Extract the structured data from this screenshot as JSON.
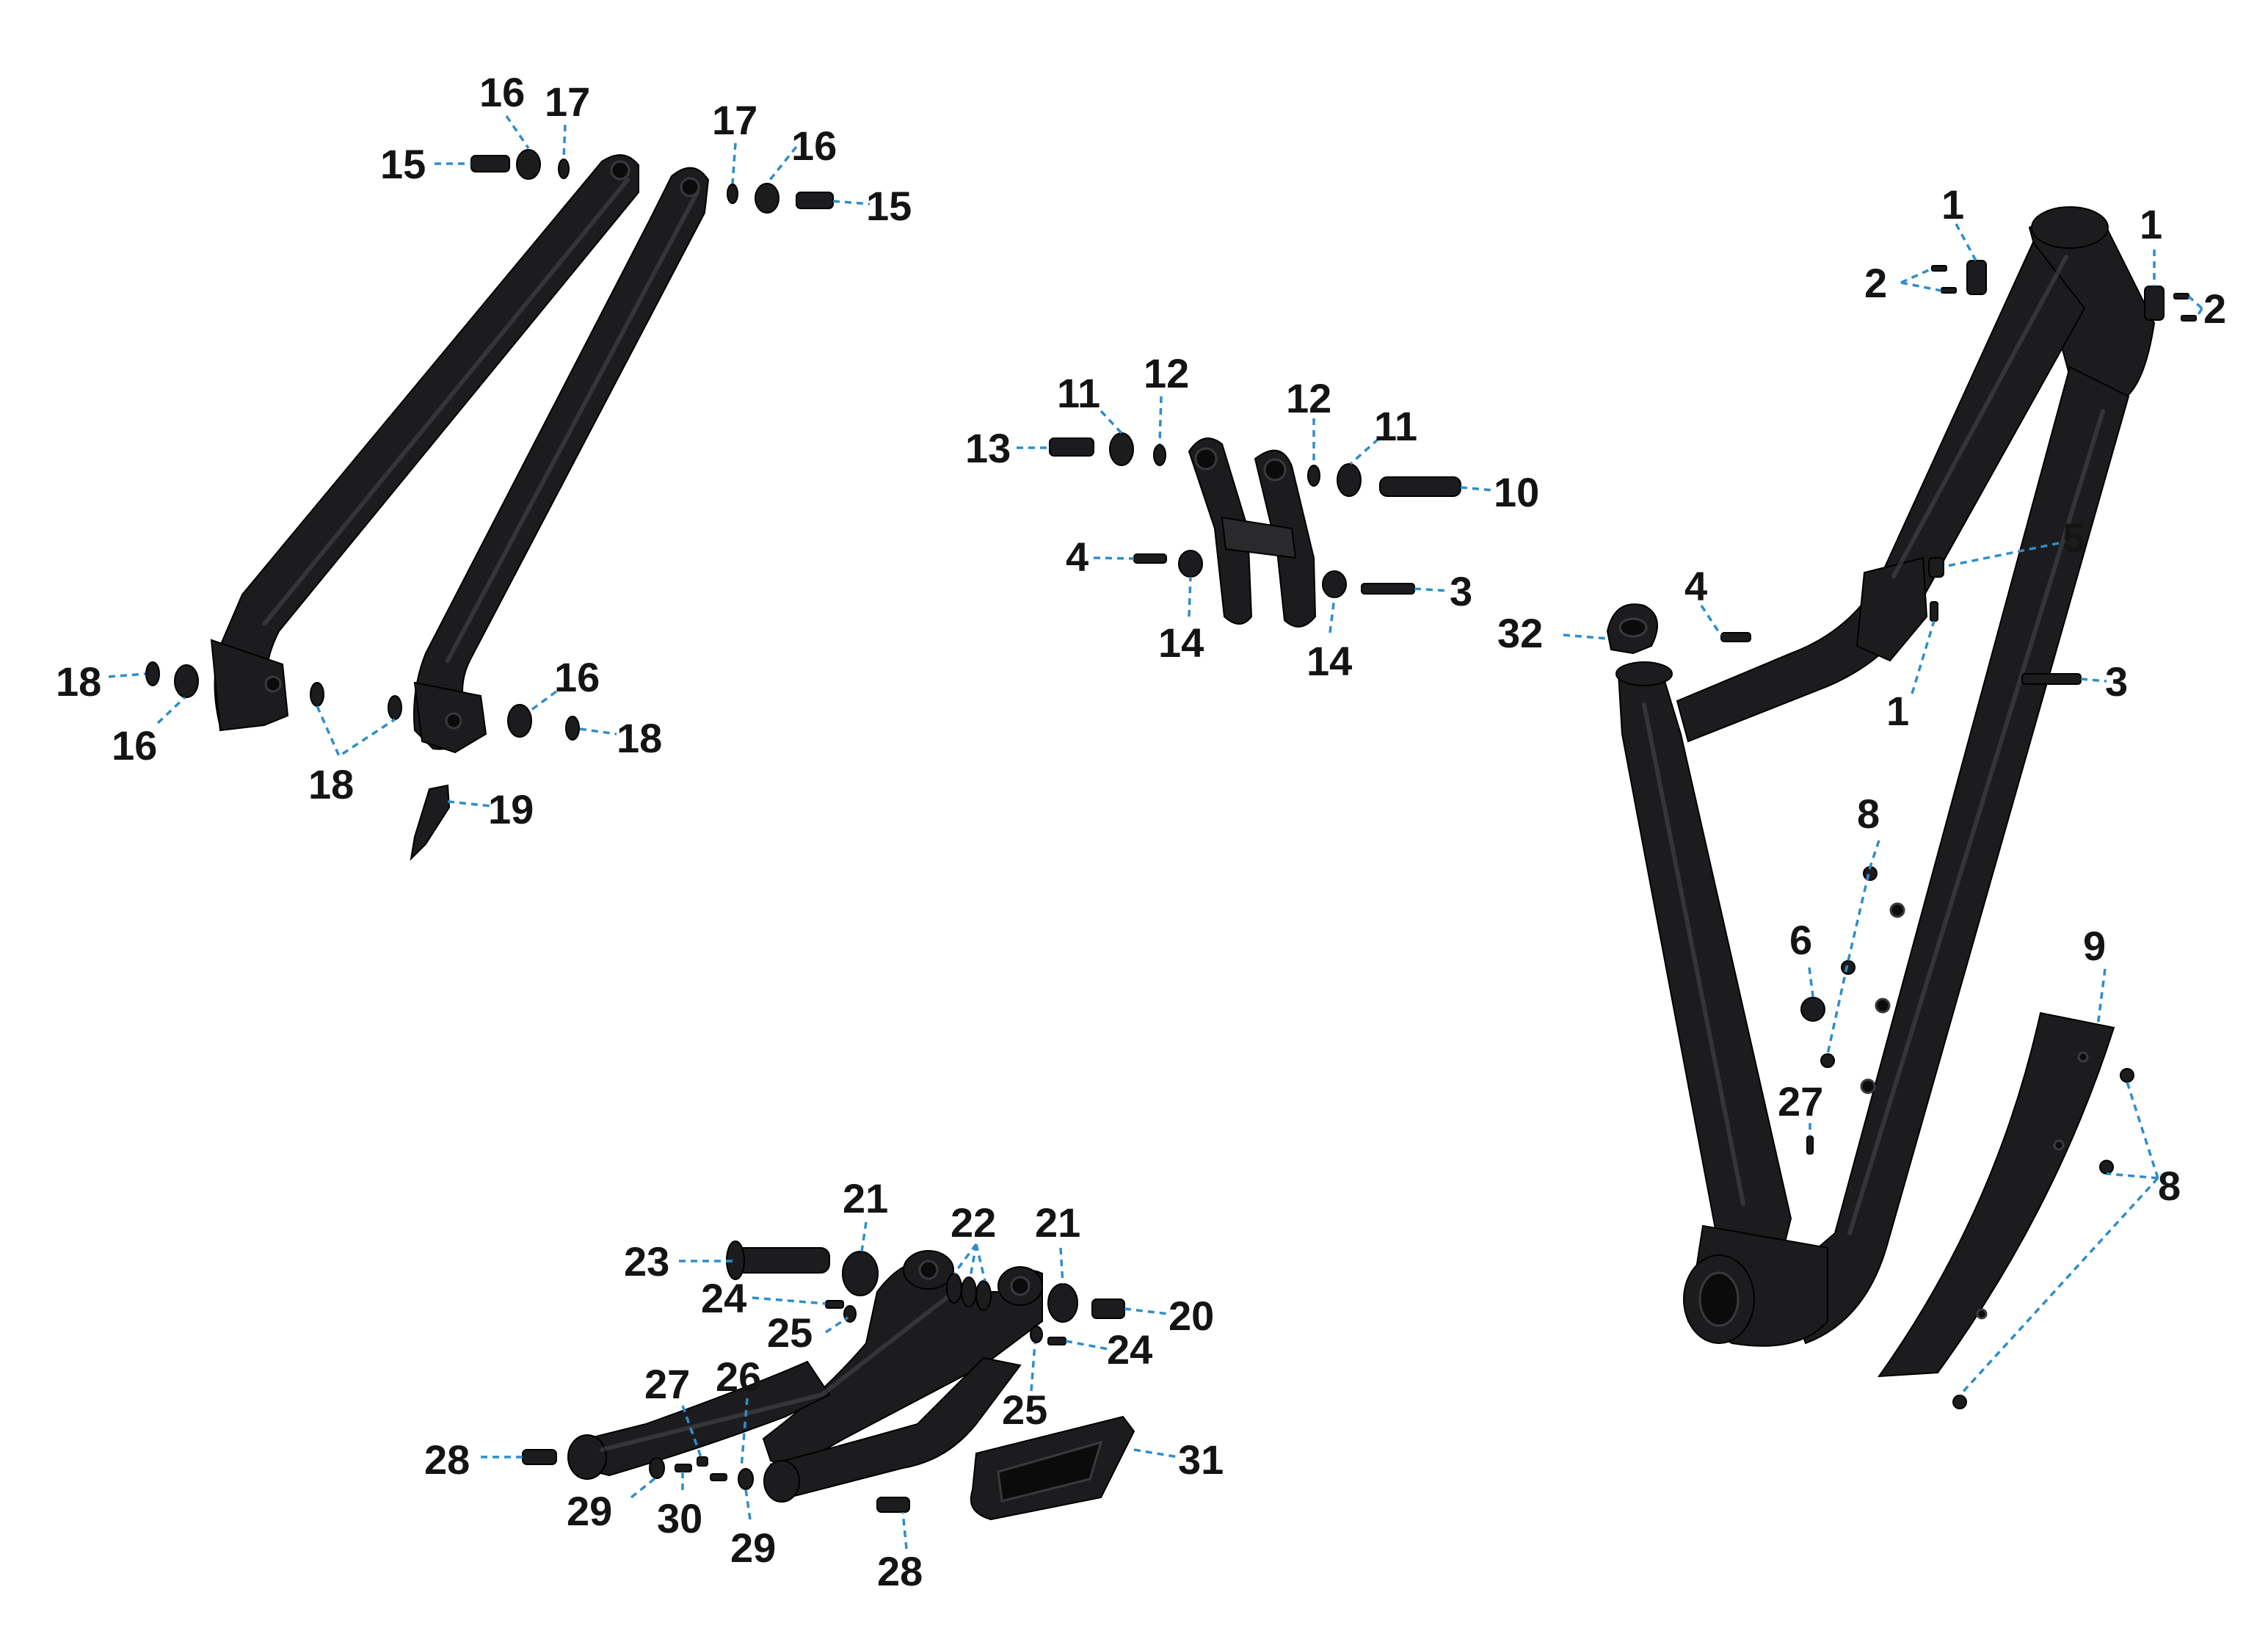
{
  "diagram": {
    "colors": {
      "part": "#1c1c1e",
      "leader": "#2e8ec9",
      "label": "#141414"
    },
    "callouts": {
      "c1a": "1",
      "c1b": "1",
      "c1c": "1",
      "c2a": "2",
      "c2b": "2",
      "c3a": "3",
      "c3b": "3",
      "c4a": "4",
      "c4b": "4",
      "c5": "5",
      "c6": "6",
      "c8a": "8",
      "c8b": "8",
      "c9": "9",
      "c10": "10",
      "c11a": "11",
      "c11b": "11",
      "c12a": "12",
      "c12b": "12",
      "c13": "13",
      "c14a": "14",
      "c14b": "14",
      "c15a": "15",
      "c15b": "15",
      "c16a": "16",
      "c16b": "16",
      "c16c": "16",
      "c16d": "16",
      "c17a": "17",
      "c17b": "17",
      "c18a": "18",
      "c18b": "18",
      "c18c": "18",
      "c19": "19",
      "c20": "20",
      "c21a": "21",
      "c21b": "21",
      "c22": "22",
      "c23": "23",
      "c24a": "24",
      "c24b": "24",
      "c25a": "25",
      "c25b": "25",
      "c26": "26",
      "c27a": "27",
      "c27b": "27",
      "c28a": "28",
      "c28b": "28",
      "c29a": "29",
      "c29b": "29",
      "c30": "30",
      "c31": "31",
      "c32": "32"
    }
  }
}
